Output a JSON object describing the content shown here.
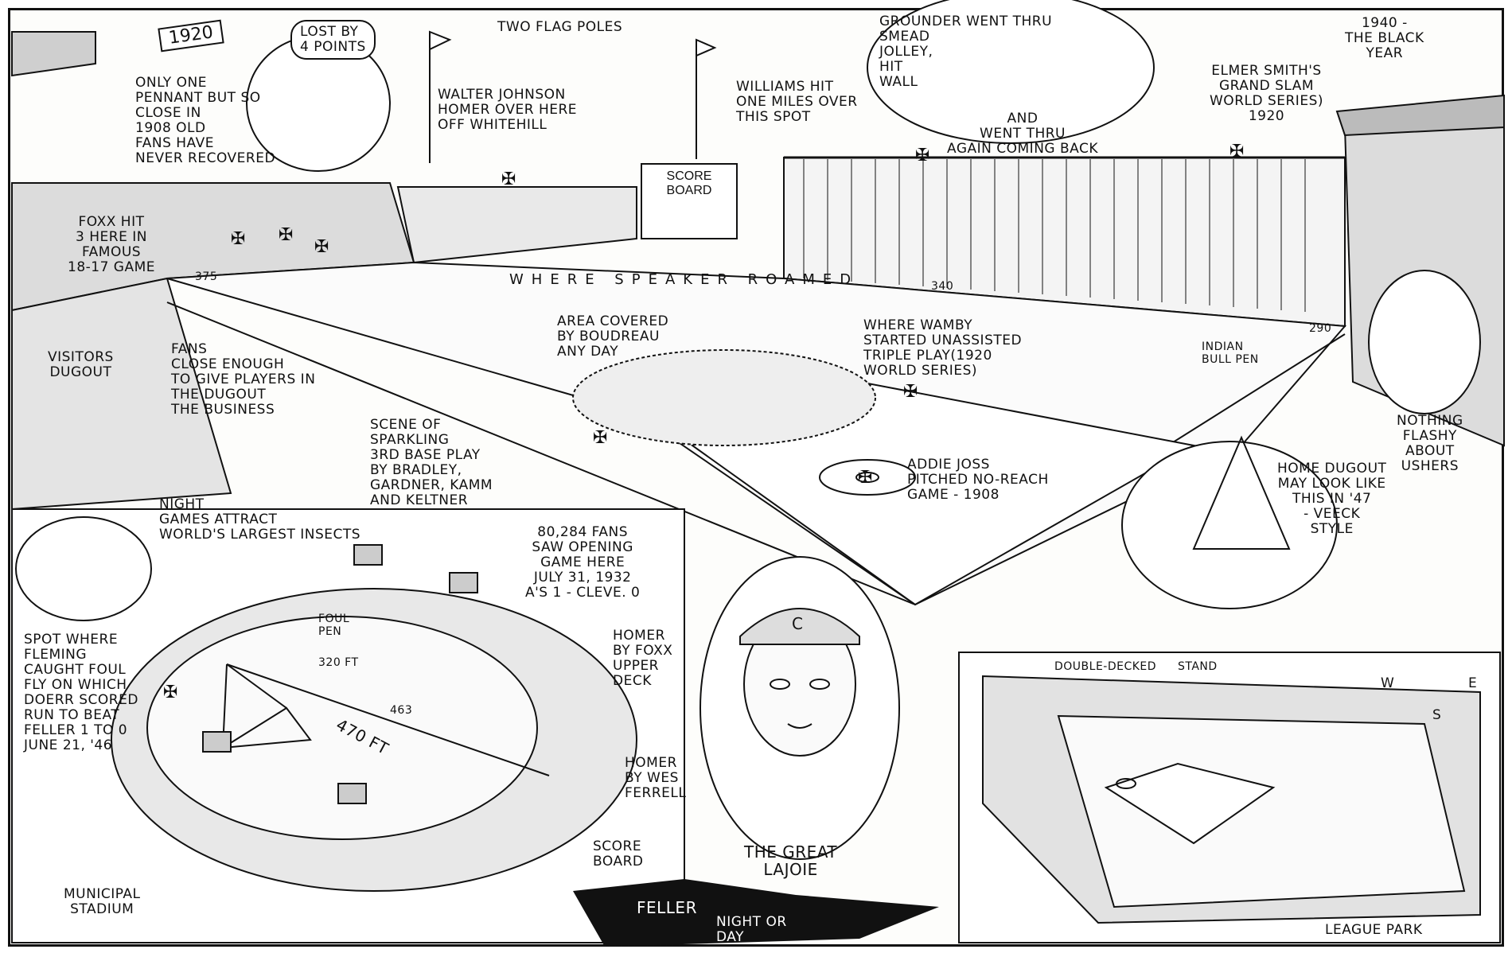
{
  "labels": {
    "pennant_year": "1920",
    "lost_by": "LOST BY\n4 POINTS",
    "only_one_pennant": "ONLY ONE\nPENNANT BUT SO\nCLOSE IN\n1908 OLD\nFANS HAVE\nNEVER RECOVERED",
    "two_flag_poles": "TWO FLAG POLES",
    "walter_johnson": "WALTER JOHNSON\nHOMER OVER HERE\nOFF WHITEHILL",
    "score_board_top": "SCORE\nBOARD",
    "williams": "WILLIAMS HIT\nONE MILES OVER\nTHIS SPOT",
    "grounder": "GROUNDER WENT THRU\nSMEAD\nJOLLEY,\nHIT\nWALL",
    "went_thru": "AND\nWENT THRU\nAGAIN COMING BACK",
    "black_year": "1940 -\nTHE BLACK\nYEAR",
    "elmer_smith": "ELMER SMITH'S\nGRAND SLAM\nWORLD SERIES)\n1920",
    "foxx_hit": "FOXX HIT\n3 HERE IN\nFAMOUS\n18-17 GAME",
    "dist_375": "375",
    "speaker": "WHERE SPEAKER ROAMED",
    "dist_340": "340",
    "visitors_dugout": "VISITORS\nDUGOUT",
    "fans_close": "FANS\nCLOSE ENOUGH\nTO GIVE PLAYERS IN\nTHE DUGOUT\nTHE BUSINESS",
    "boudreau": "AREA COVERED\nBY BOUDREAU\nANY DAY",
    "wamby": "WHERE WAMBY\nSTARTED UNASSISTED\nTRIPLE PLAY(1920\nWORLD SERIES)",
    "indian_bull_pen": "INDIAN\nBULL PEN",
    "dist_290": "290",
    "nothing_flashy": "NOTHING\nFLASHY\nABOUT\nUSHERS",
    "third_base": "SCENE OF\nSPARKLING\n3RD BASE PLAY\nBY BRADLEY,\nGARDNER, KAMM\nAND KELTNER",
    "addie_joss": "ADDIE JOSS\nPITCHED NO-REACH\nGAME - 1908",
    "home_dugout": "HOME DUGOUT\nMAY LOOK LIKE\nTHIS IN '47\n- VEECK\nSTYLE",
    "night_games": "NIGHT\nGAMES ATTRACT\nWORLD'S LARGEST INSECTS",
    "opening_game": "80,284 FANS\nSAW OPENING\nGAME HERE\nJULY 31, 1932\nA'S 1 - CLEVE. 0",
    "foul_pen": "FOUL\nPEN",
    "ft_320": "320 FT",
    "ft_463": "463",
    "ft_470": "470 FT",
    "homer_foxx": "HOMER\nBY FOXX\nUPPER\nDECK",
    "homer_ferrell": "HOMER\nBY WES\nFERRELL",
    "score_board_bottom": "SCORE\nBOARD",
    "fleming": "SPOT WHERE\nFLEMING\nCAUGHT FOUL\nFLY ON WHICH\nDOERR SCORED\nRUN TO BEAT\nFELLER 1 TO 0\nJUNE 21, '46",
    "municipal_stadium": "MUNICIPAL\nSTADIUM",
    "great_lajoie": "THE GREAT\nLAJOIE",
    "cap_letter": "C",
    "feller_night": "FELLER",
    "night_or_day": "NIGHT OR\nDAY",
    "double_decked": "DOUBLE-DECKED",
    "stand": "STAND",
    "compass_w": "W",
    "compass_e": "E",
    "compass_s": "S",
    "league_park": "LEAGUE PARK"
  }
}
